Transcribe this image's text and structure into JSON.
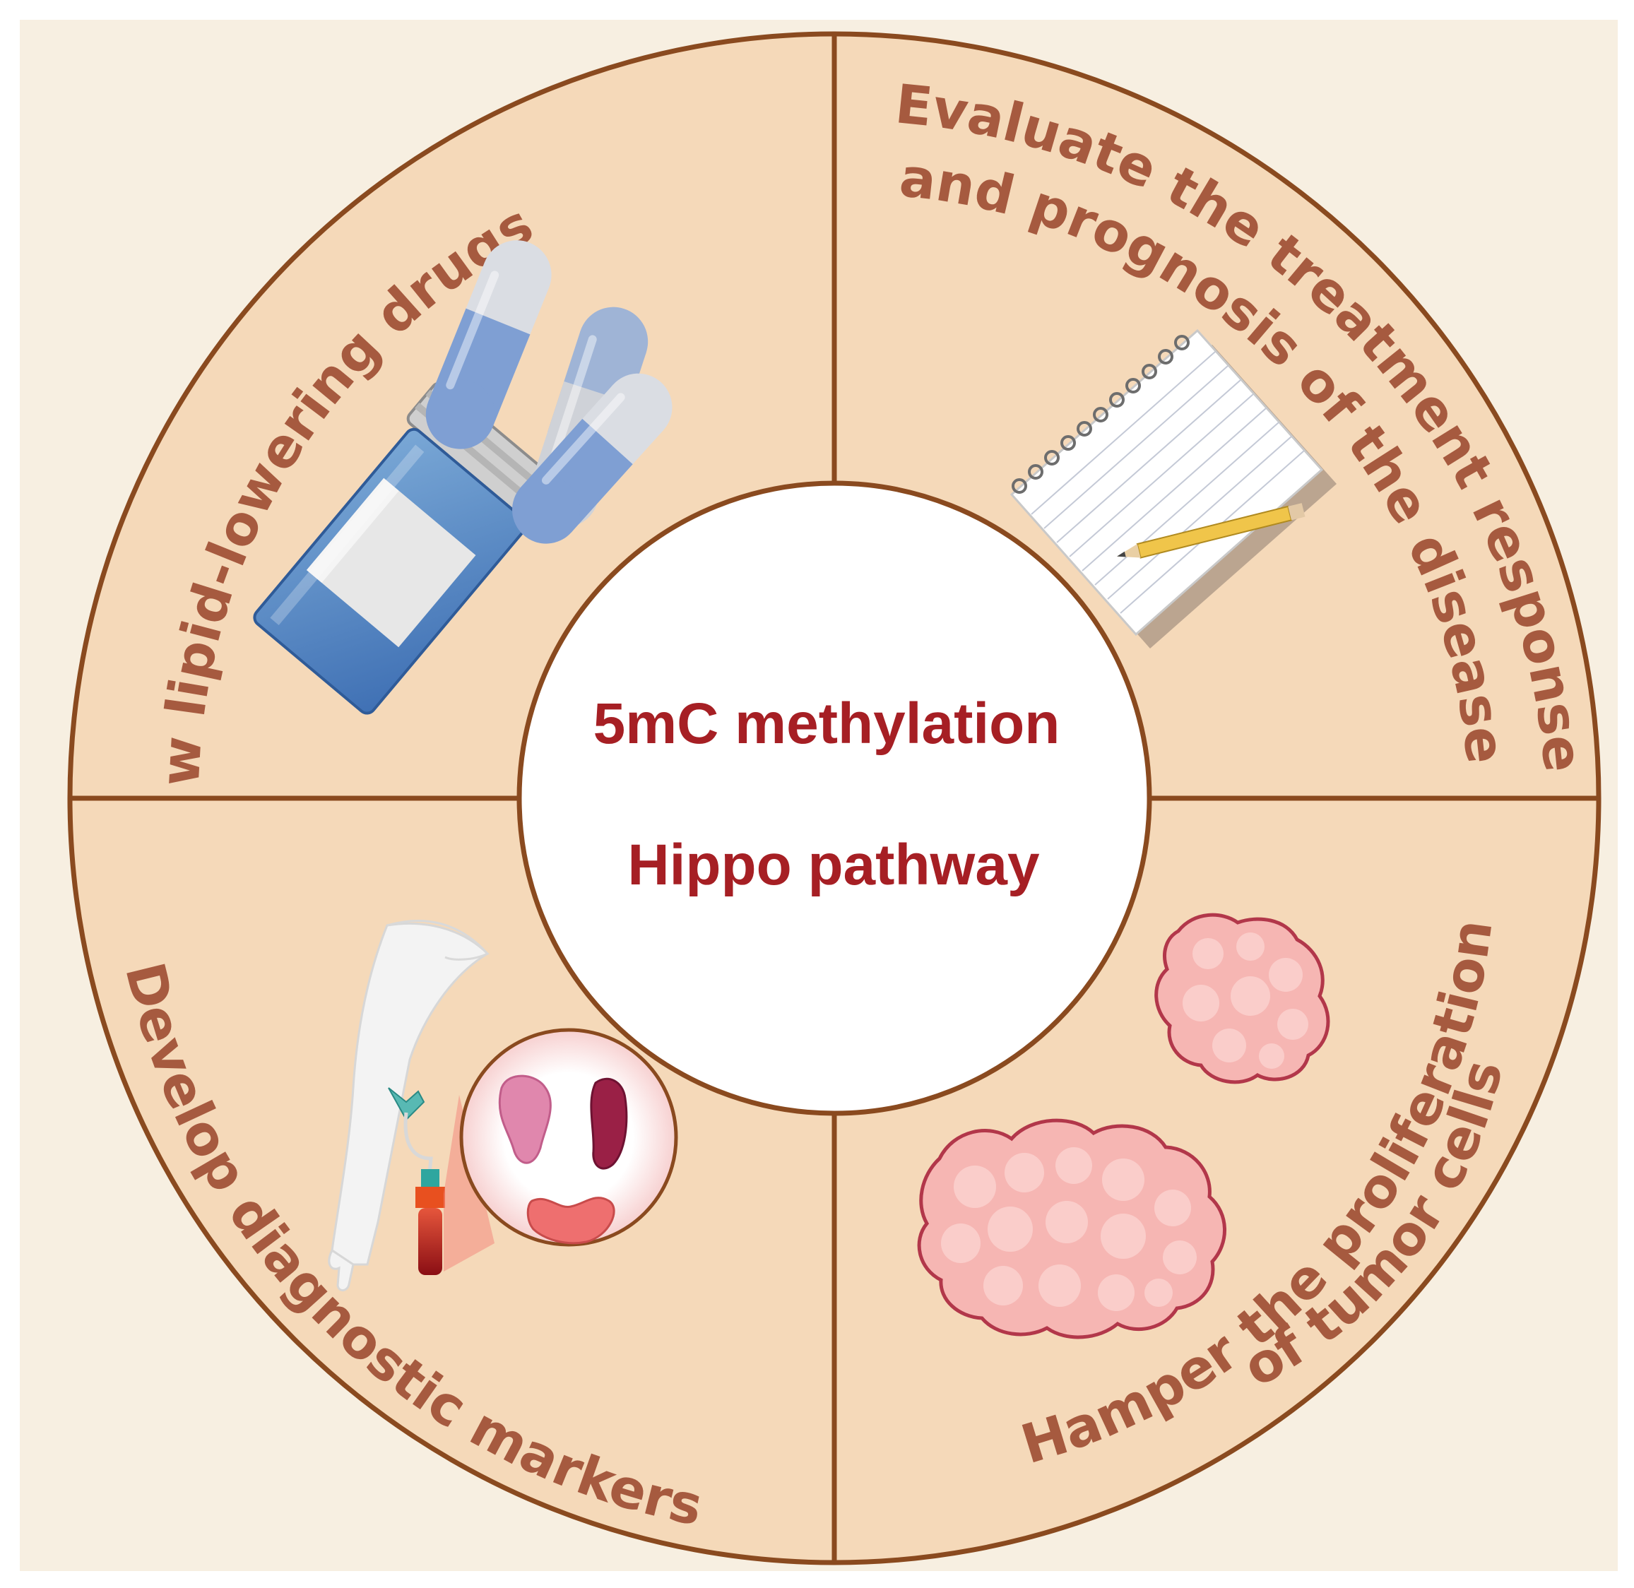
{
  "center": {
    "line1": "5mC methylation",
    "line2": "Hippo pathway"
  },
  "quadrants": {
    "top_left": {
      "label": "New lipid-lowering drugs",
      "icon": "pill-bottle-and-capsules-icon"
    },
    "top_right": {
      "line1": "Evaluate the treatment response",
      "line2": "and prognosis of the disease",
      "icon": "notebook-and-pencil-icon"
    },
    "bottom_left": {
      "label": "Develop diagnostic markers",
      "icon": "blood-draw-and-organs-icon"
    },
    "bottom_right": {
      "line1": "Hamper the proliferation",
      "line2": "of tumor cells",
      "icon": "tumor-cells-icon"
    }
  },
  "colors": {
    "background": "#f7efe1",
    "quadrant_fill": "#f5d9b9",
    "border": "#8a4a1f",
    "quadrant_text": "#a65a3f",
    "center_text": "#a61f24",
    "center_fill": "#ffffff"
  }
}
